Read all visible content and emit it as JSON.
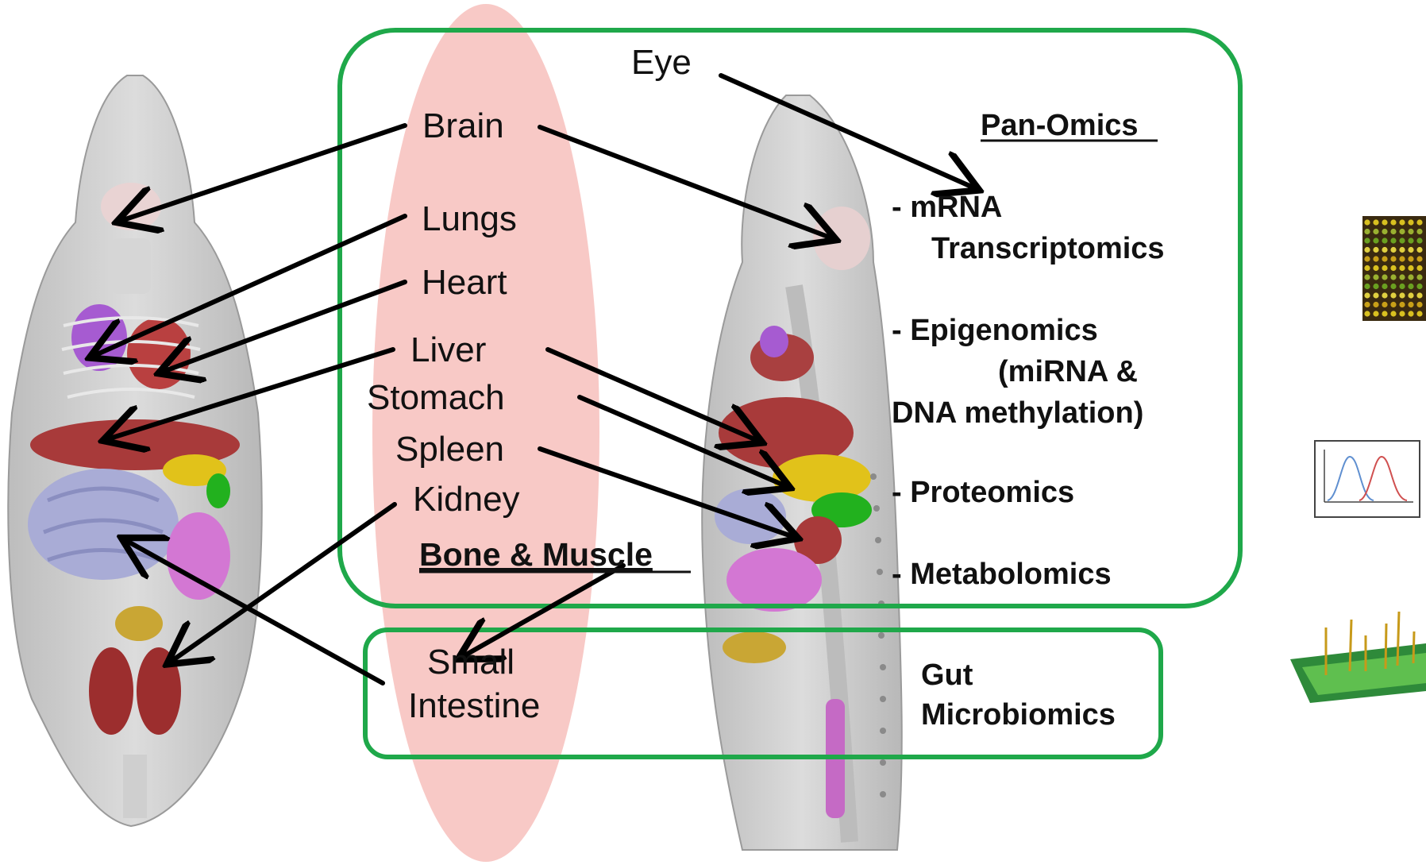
{
  "organs": {
    "eye": "Eye",
    "brain": "Brain",
    "lungs": "Lungs",
    "heart": "Heart",
    "liver": "Liver",
    "stomach": "Stomach",
    "spleen": "Spleen",
    "kidney": "Kidney",
    "bone_muscle": "Bone & Muscle",
    "small": "Small",
    "intestine": "Intestine"
  },
  "omics": {
    "title": "Pan-Omics",
    "mrna_1": "- mRNA",
    "mrna_2": "Transcriptomics",
    "epi_1": "- Epigenomics",
    "epi_2": "(miRNA &",
    "epi_3": "DNA methylation)",
    "proteomics": "- Proteomics",
    "metabolomics": "- Metabolomics",
    "gut_1": "Gut",
    "gut_2": "Microbiomics"
  },
  "colors": {
    "frame_green": "#1fa84a",
    "ellipse_pink": "#f8c9c6",
    "arrow": "#000000"
  },
  "icons": [
    "mouse-anatomy-front-illustration",
    "mouse-anatomy-side-illustration",
    "microarray-thumbnail",
    "spectrum-plot-thumbnail",
    "mass-spectrum-3d-thumbnail"
  ]
}
